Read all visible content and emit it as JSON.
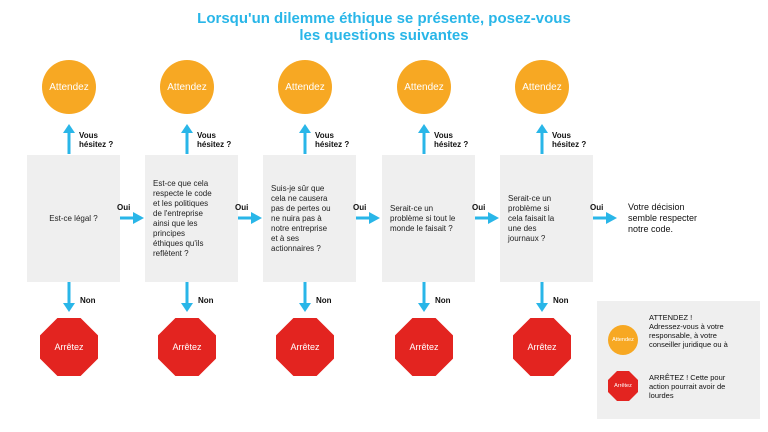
{
  "title": {
    "line1": "Lorsqu'un dilemme éthique se présente, posez-vous",
    "line2": "les questions suivantes"
  },
  "colors": {
    "accent": "#29b6e8",
    "wait": "#f7a823",
    "stop": "#e32420",
    "box": "#efefef"
  },
  "labels": {
    "wait": "Attendez",
    "stop": "Arrêtez",
    "hesitate_1": "Vous",
    "hesitate_2": "hésitez ?",
    "yes": "Oui",
    "no": "Non"
  },
  "questions": [
    {
      "lines": [
        "Est-ce légal ?"
      ]
    },
    {
      "lines": [
        "Est-ce que cela",
        "respecte le code",
        "et les politiques",
        "de l'entreprise",
        "ainsi que les",
        "principes",
        "éthiques qu'ils",
        "reflètent ?"
      ]
    },
    {
      "lines": [
        "Suis-je sûr que",
        "cela ne causera",
        "pas de pertes ou",
        "ne nuira pas à",
        "notre entreprise",
        "et à ses",
        "actionnaires ?"
      ]
    },
    {
      "lines": [
        "Serait-ce un",
        "problème si tout le",
        "monde le faisait ?"
      ]
    },
    {
      "lines": [
        "Serait-ce un",
        "problème si",
        "cela faisait la",
        "une des",
        "journaux ?"
      ]
    }
  ],
  "final": {
    "lines": [
      "Votre décision",
      "semble respecter",
      "notre code."
    ]
  },
  "legend": {
    "wait_icon": "Attendez",
    "wait_lines": [
      "ATTENDEZ !",
      "Adressez-vous à votre",
      "responsable, à votre",
      "conseiller juridique ou à"
    ],
    "stop_icon": "Arrêtez",
    "stop_lines": [
      "ARRÊTEZ ! Cette pour",
      "action pourrait avoir de",
      "lourdes"
    ]
  }
}
